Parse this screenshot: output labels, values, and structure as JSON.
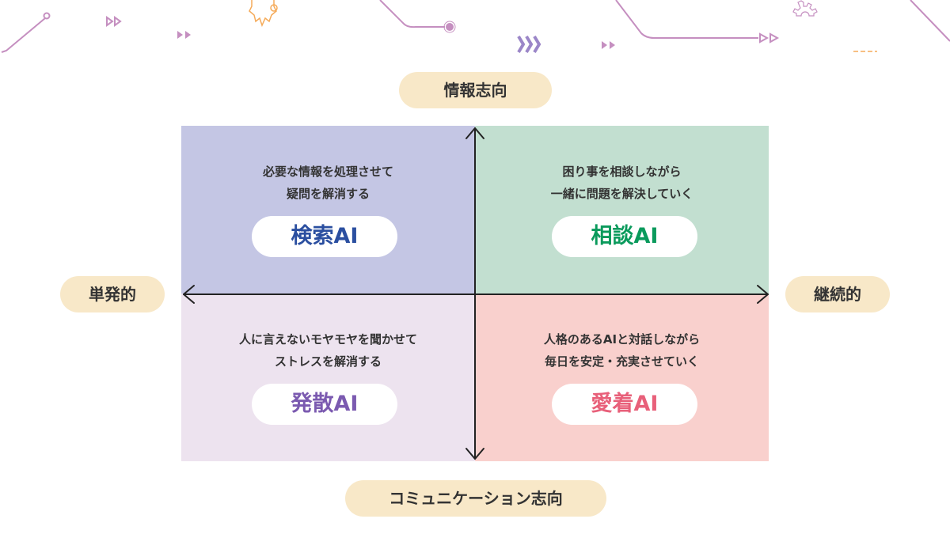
{
  "axes": {
    "top": "情報志向",
    "bottom": "コミュニケーション志向",
    "left": "単発的",
    "right": "継続的"
  },
  "quadrants": [
    {
      "id": "top-left",
      "lines": [
        "必要な情報を処理させて",
        "疑問を解消する"
      ],
      "label": "検索AI",
      "color": "#2b4fa0",
      "bg": "#c4c6e4"
    },
    {
      "id": "top-right",
      "lines": [
        "困り事を相談しながら",
        "一緒に問題を解決していく"
      ],
      "label": "相談AI",
      "color": "#0a9a5c",
      "bg": "#c2dfd0"
    },
    {
      "id": "bottom-left",
      "lines": [
        "人に言えないモヤモヤを聞かせて",
        "ストレスを解消する"
      ],
      "label": "発散AI",
      "color": "#7b5ab0",
      "bg": "#ede3ef"
    },
    {
      "id": "bottom-right",
      "lines": [
        "人格のあるAIと対話しながら",
        "毎日を安定・充実させていく"
      ],
      "label": "愛着AI",
      "color": "#e8607a",
      "bg": "#f9d0cd"
    }
  ]
}
